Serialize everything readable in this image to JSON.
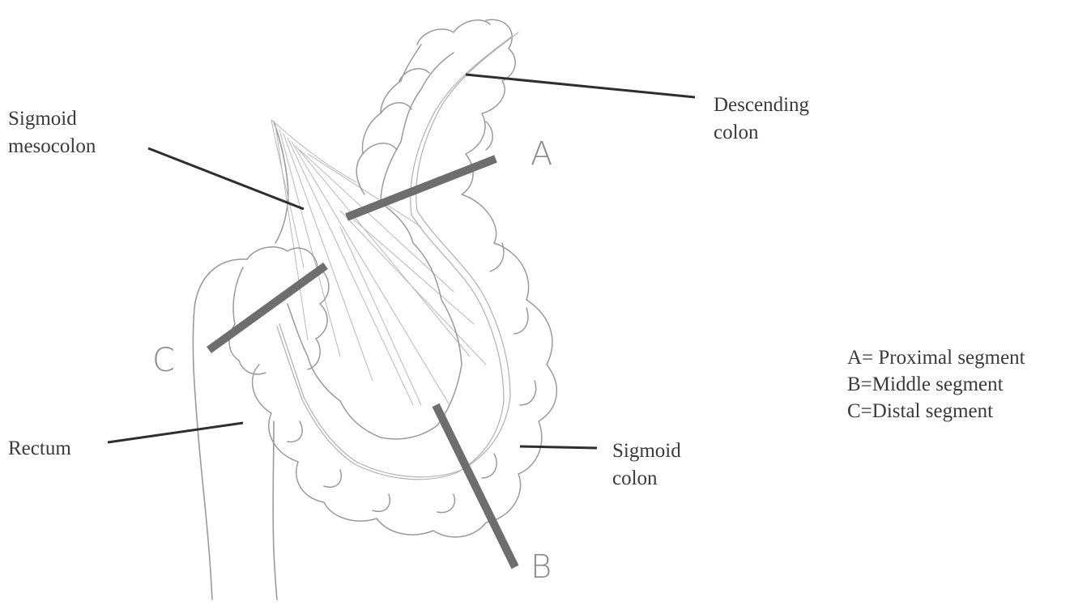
{
  "labels": {
    "descending_colon": [
      "Descending",
      "colon"
    ],
    "sigmoid_mesocolon": [
      "Sigmoid",
      "mesocolon"
    ],
    "rectum": "Rectum",
    "sigmoid_colon": [
      "Sigmoid",
      "colon"
    ]
  },
  "segment_markers": {
    "a": "A",
    "b": "B",
    "c": "C"
  },
  "legend": [
    "A= Proximal segment",
    "B=Middle segment",
    "C=Distal segment"
  ]
}
